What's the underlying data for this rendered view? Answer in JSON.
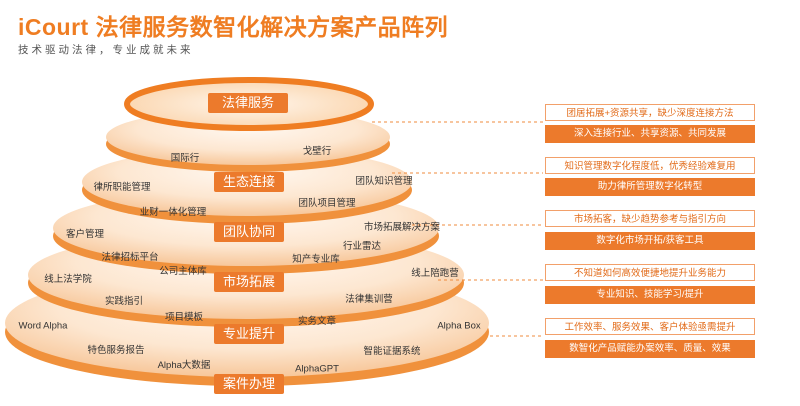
{
  "header": {
    "title": "iCourt 法律服务数智化解决方案产品阵列",
    "subtitle": "技术驱动法律，专业成就未来"
  },
  "levels": [
    "法律服务",
    "生态连接",
    "团队协同",
    "市场拓展",
    "专业提升",
    "案件办理"
  ],
  "labels": {
    "eco": [
      "国际行",
      "戈壁行",
      "律所职能管理",
      "团队知识管理"
    ],
    "team": [
      "业财一体化管理",
      "团队项目管理",
      "客户管理",
      "市场拓展解决方案"
    ],
    "market": [
      "法律招标平台",
      "行业雷达",
      "知产专业库",
      "公司主体库"
    ],
    "pro": [
      "线上法学院",
      "线上陪跑营",
      "实践指引",
      "法律集训营",
      "项目模板"
    ],
    "case": [
      "实务文章",
      "Word Alpha",
      "Alpha Box",
      "特色服务报告",
      "智能证据系统",
      "Alpha大数据",
      "AlphaGPT"
    ]
  },
  "needs": [
    {
      "pain": "团居拓展+资源共享，缺少深度连接方法",
      "solution": "深入连接行业、共享资源、共同发展"
    },
    {
      "pain": "知识管理数字化程度低，优秀经验难复用",
      "solution": "助力律所管理数字化转型"
    },
    {
      "pain": "市场拓客，缺少趋势参考与指引方向",
      "solution": "数字化市场开拓/获客工具"
    },
    {
      "pain": "不知道如何高效便捷地提升业务能力",
      "solution": "专业知识、技能学习/提升"
    },
    {
      "pain": "工作效率、服务效果、客户体验亟需提升",
      "solution": "数智化产品赋能办案效率、质量、效果"
    }
  ]
}
